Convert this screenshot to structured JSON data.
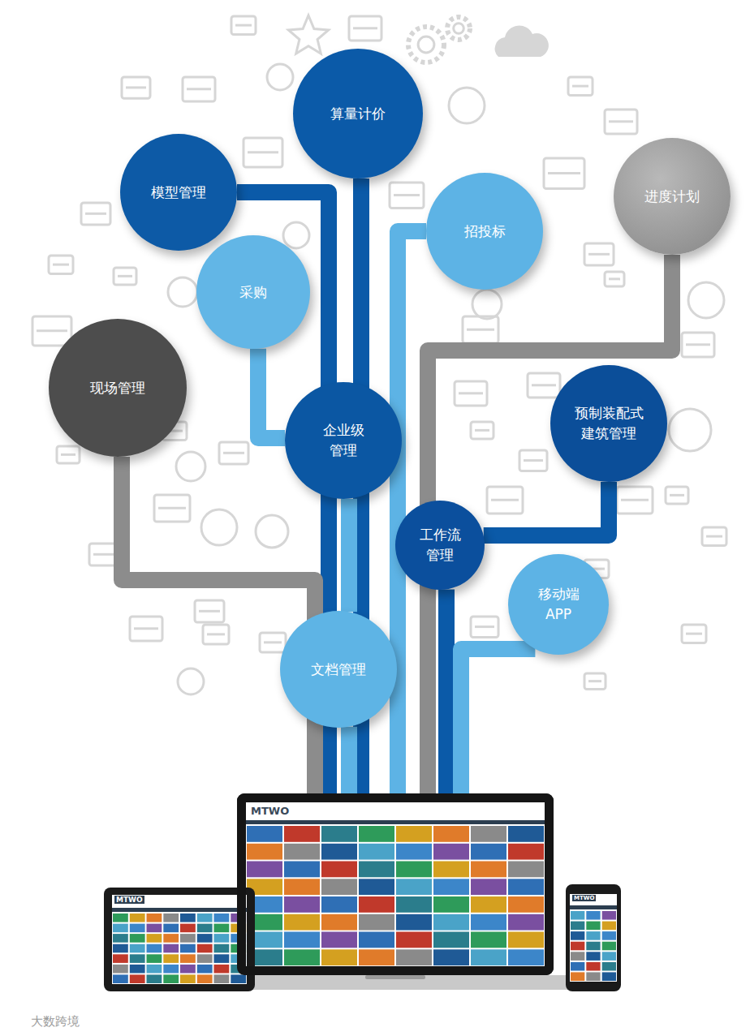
{
  "diagram": {
    "nodes": [
      {
        "text": [
          "算量计价"
        ]
      },
      {
        "text": [
          "模型管理"
        ]
      },
      {
        "text": [
          "进度计划"
        ]
      },
      {
        "text": [
          "招投标"
        ]
      },
      {
        "text": [
          "采购"
        ]
      },
      {
        "text": [
          "现场管理"
        ]
      },
      {
        "text": [
          "企业级 管理"
        ]
      },
      {
        "text": [
          "预制装配式 建筑管理"
        ]
      },
      {
        "text": [
          "工作流 管理"
        ]
      },
      {
        "text": [
          "移动端 APP"
        ]
      },
      {
        "text": [
          "文档管理"
        ]
      },
      {
        "text": [
          "MTWO"
        ]
      }
    ],
    "edges": [
      {
        "from": 1,
        "to": 11,
        "arrow": "none"
      },
      {
        "from": 0,
        "to": 11,
        "arrow": "none"
      },
      {
        "from": 4,
        "to": 6,
        "arrow": "none"
      },
      {
        "from": 6,
        "to": 10,
        "arrow": "none"
      },
      {
        "from": 10,
        "to": 11,
        "arrow": "none"
      },
      {
        "from": 5,
        "to": 11,
        "arrow": "none"
      },
      {
        "from": 3,
        "to": 11,
        "arrow": "none"
      },
      {
        "from": 2,
        "to": 11,
        "arrow": "none"
      },
      {
        "from": 7,
        "to": 8,
        "arrow": "none"
      },
      {
        "from": 8,
        "to": 11,
        "arrow": "none"
      },
      {
        "from": 9,
        "to": 11,
        "arrow": "none"
      }
    ],
    "labels": [
      "MTWO",
      "MTWO",
      "大数跨境"
    ]
  }
}
